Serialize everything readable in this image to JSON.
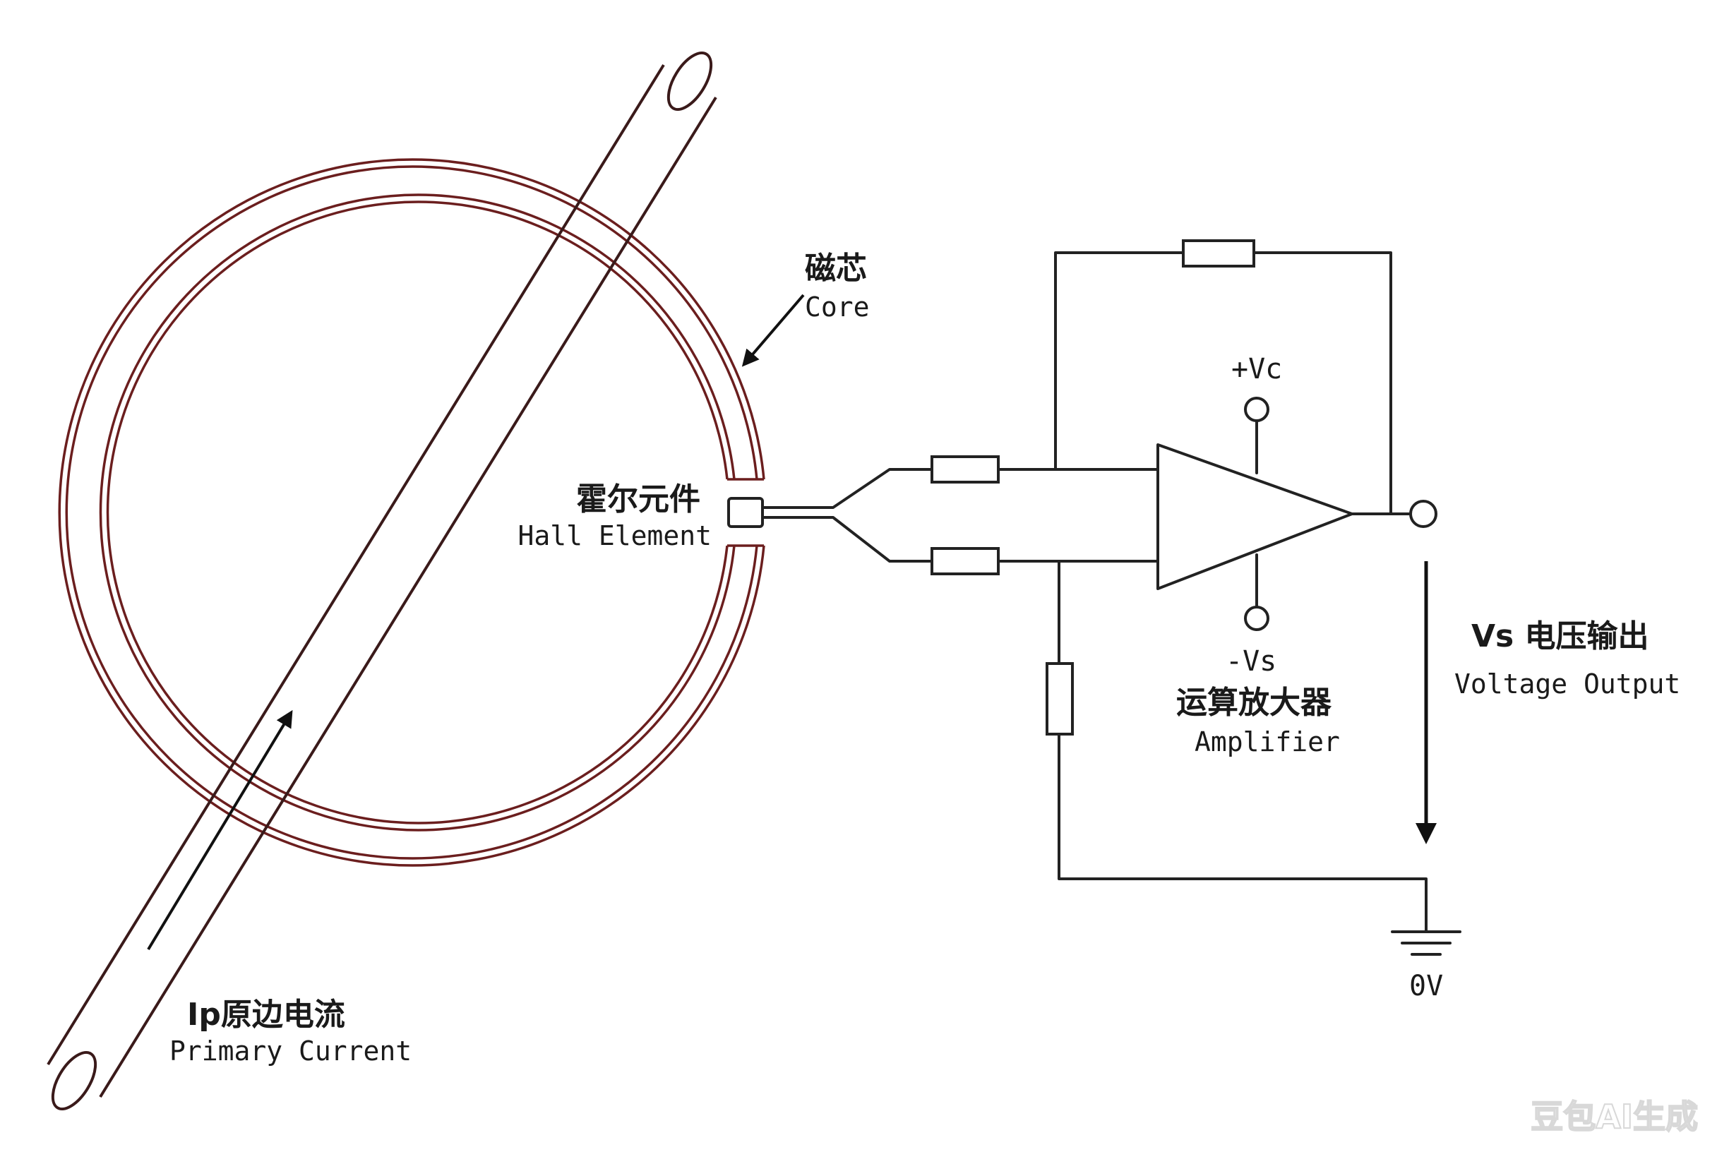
{
  "labels": {
    "core_zh": "磁芯",
    "core_en": "Core",
    "hall_zh": "霍尔元件",
    "hall_en": "Hall Element",
    "primary_zh": "Ip原边电流",
    "primary_en": "Primary Current",
    "vplus": "+Vc",
    "vminus": "-Vs",
    "amp_zh": "运算放大器",
    "amp_en": "Amplifier",
    "vout_zh": "Vs 电压输出",
    "vout_en": "Voltage Output",
    "ground": "0V"
  },
  "watermark": "豆包AI生成",
  "colors": {
    "core": "#6b1e1e",
    "rod": "#3a1a1a",
    "wire": "#222222"
  }
}
